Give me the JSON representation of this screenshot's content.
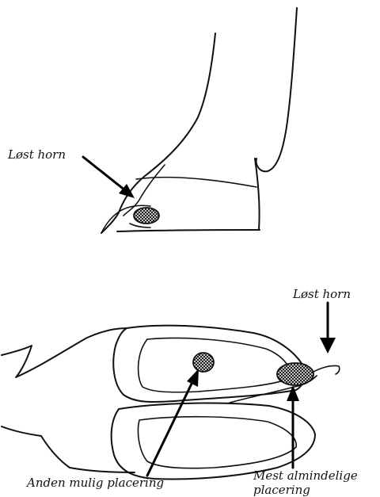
{
  "colors": {
    "ink": "#111111",
    "background": "#ffffff"
  },
  "side_view": {
    "label_loose_horn": "Løst horn"
  },
  "sole_view": {
    "label_loose_horn": "Løst horn",
    "label_other_location": "Anden mulig placering",
    "label_most_common_line1": "Mest almindelige",
    "label_most_common_line2": "placering"
  }
}
